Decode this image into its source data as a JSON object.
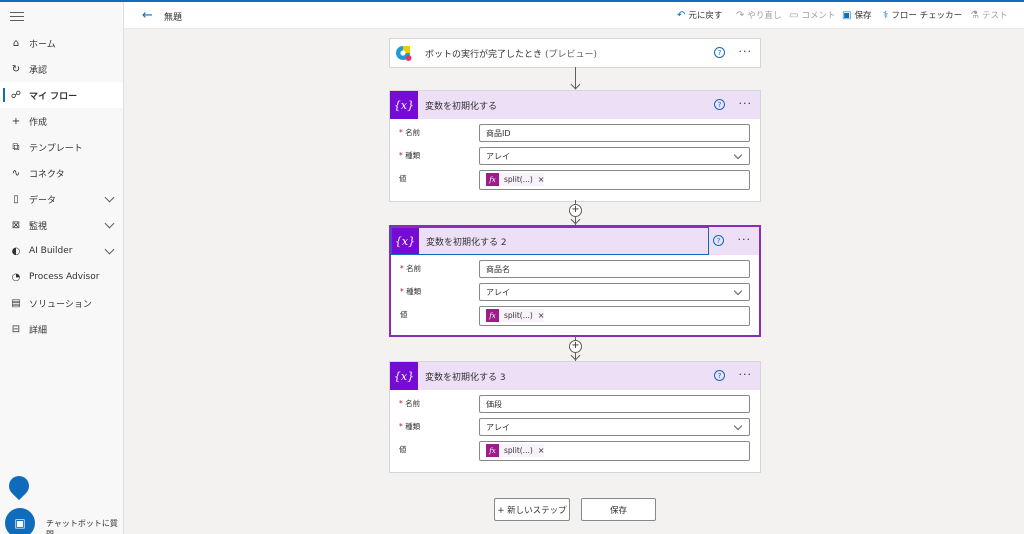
{
  "sidebar": {
    "items": [
      {
        "icon": "home-icon",
        "label": "ホーム"
      },
      {
        "icon": "approvals-icon",
        "label": "承認"
      },
      {
        "icon": "flow-icon",
        "label": "マイ フロー"
      },
      {
        "icon": "plus-icon",
        "label": "作成"
      },
      {
        "icon": "template-icon",
        "label": "テンプレート"
      },
      {
        "icon": "connector-icon",
        "label": "コネクタ"
      },
      {
        "icon": "database-icon",
        "label": "データ"
      },
      {
        "icon": "monitor-icon",
        "label": "監視"
      },
      {
        "icon": "ai-builder-icon",
        "label": "AI Builder"
      },
      {
        "icon": "process-advisor-icon",
        "label": "Process Advisor"
      },
      {
        "icon": "solution-icon",
        "label": "ソリューション"
      },
      {
        "icon": "book-icon",
        "label": "詳細"
      }
    ],
    "active_index": 2,
    "chatbot_label": "チャットボットに質問"
  },
  "topbar": {
    "title": "無題",
    "undo": "元に戻す",
    "redo": "やり直し",
    "comment": "コメント",
    "save": "保存",
    "flow_checker": "フロー チェッカー",
    "test": "テスト"
  },
  "trigger": {
    "title": "ボットの実行が完了したとき",
    "suffix": "(プレビュー)"
  },
  "labels": {
    "name": "名前",
    "type": "種類",
    "value": "値",
    "required_mark": "*"
  },
  "cards": [
    {
      "title": "変数を初期化する",
      "name": "商品ID",
      "type": "アレイ",
      "value_token": "split(...)"
    },
    {
      "title": "変数を初期化する 2",
      "name": "商品名",
      "type": "アレイ",
      "value_token": "split(...)"
    },
    {
      "title": "変数を初期化する 3",
      "name": "価段",
      "type": "アレイ",
      "value_token": "split(...)"
    }
  ],
  "token_remove": "×",
  "more_glyph": "···",
  "help_glyph": "?",
  "buttons": {
    "new_step": "+ 新しいステップ",
    "save": "保存"
  },
  "colors": {
    "accent": "#0f6cbd",
    "variable_header": "#ecdff6",
    "variable_icon": "#770bd6",
    "expression_token": "#9c1c8c",
    "selected_border": "#8a2bb9"
  }
}
